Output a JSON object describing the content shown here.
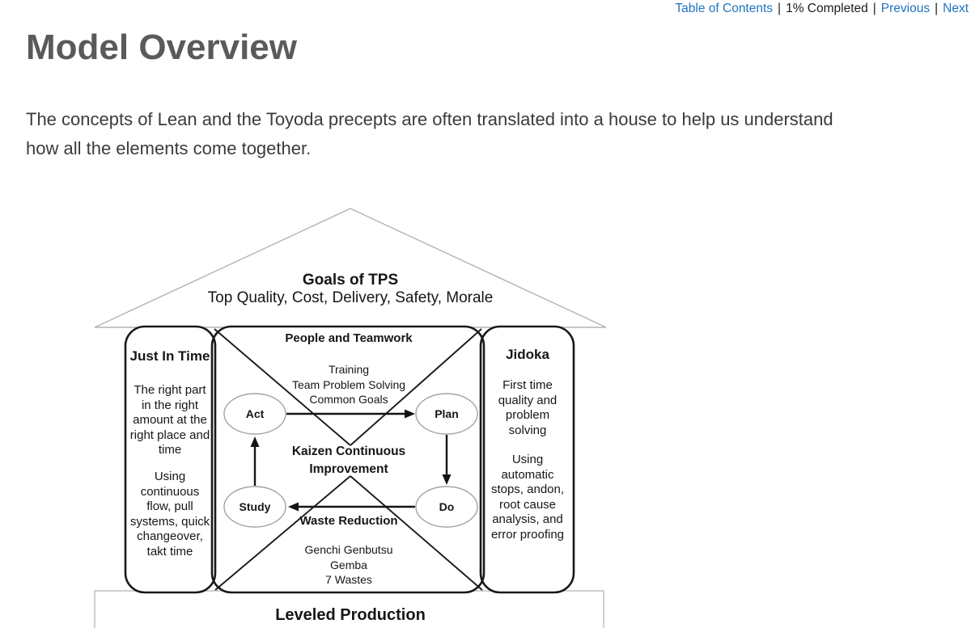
{
  "nav": {
    "table_of_contents": "Table of Contents",
    "completed": "1% Completed",
    "previous": "Previous",
    "next": "Next",
    "separator": "|"
  },
  "page": {
    "title": "Model Overview",
    "intro": "The concepts of Lean and the Toyoda precepts are often translated into a house to help us understand how all the elements come together."
  },
  "diagram": {
    "roof": {
      "title": "Goals of TPS",
      "subtitle": "Top Quality, Cost, Delivery, Safety, Morale"
    },
    "left_pillar": {
      "title": "Just In Time",
      "description": "The right part\nin the right\namount at the\nright place and\ntime",
      "methods": "Using\ncontinuous\nflow, pull\nsystems, quick\nchangeover,\ntakt time"
    },
    "right_pillar": {
      "title": "Jidoka",
      "description": "First time\nquality and\nproblem\nsolving",
      "methods": "Using\nautomatic\nstops, andon,\nroot cause\nanalysis, and\nerror proofing"
    },
    "center": {
      "people_title": "People and Teamwork",
      "people_items": "Training\nTeam Problem Solving\nCommon Goals",
      "kaizen_title": "Kaizen Continuous\nImprovement",
      "waste_title": "Waste Reduction",
      "waste_items": "Genchi Genbutsu\nGemba\n7 Wastes",
      "pdsa": {
        "act": "Act",
        "plan": "Plan",
        "do": "Do",
        "study": "Study"
      }
    },
    "foundation": "Leveled Production"
  },
  "colors": {
    "link_blue": "#2274c0",
    "heading_gray": "#595a5c",
    "body_text": "#3b3b3b",
    "diagram_line": "#191919",
    "roof_line": "#b3b3b3"
  }
}
